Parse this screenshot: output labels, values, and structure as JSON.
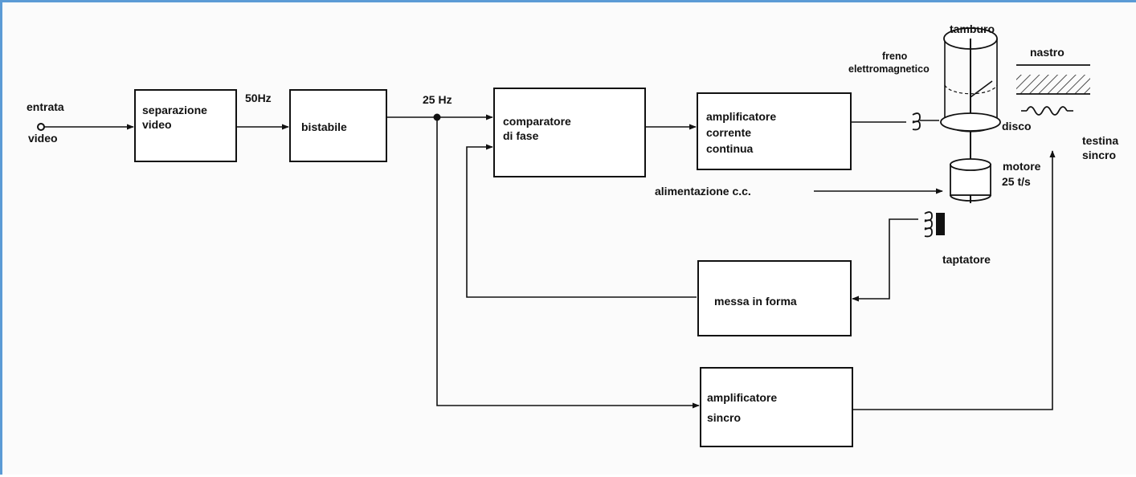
{
  "diagram": {
    "input_label_1": "entrata",
    "input_label_2": "video",
    "box_separazione_1": "separazione",
    "box_separazione_2": "video",
    "label_50hz": "50Hz",
    "box_bistabile": "bistabile",
    "label_25hz": "25 Hz",
    "box_comparatore_1": "comparatore",
    "box_comparatore_2": "di fase",
    "box_ampcc_1": "amplificatore",
    "box_ampcc_2": "corrente",
    "box_ampcc_3": "continua",
    "box_messa": "messa in forma",
    "box_ampsincro_1": "amplificatore",
    "box_ampsincro_2": "sincro",
    "label_tamburo": "tamburo",
    "label_freno_1": "freno",
    "label_freno_2": "elettromagnetico",
    "label_nastro": "nastro",
    "label_disco": "disco",
    "label_motore_1": "motore",
    "label_motore_2": "25 t/s",
    "label_alimentazione": "alimentazione c.c.",
    "label_taptatore": "taptatore",
    "label_testina_1": "testina",
    "label_testina_2": "sincro"
  }
}
